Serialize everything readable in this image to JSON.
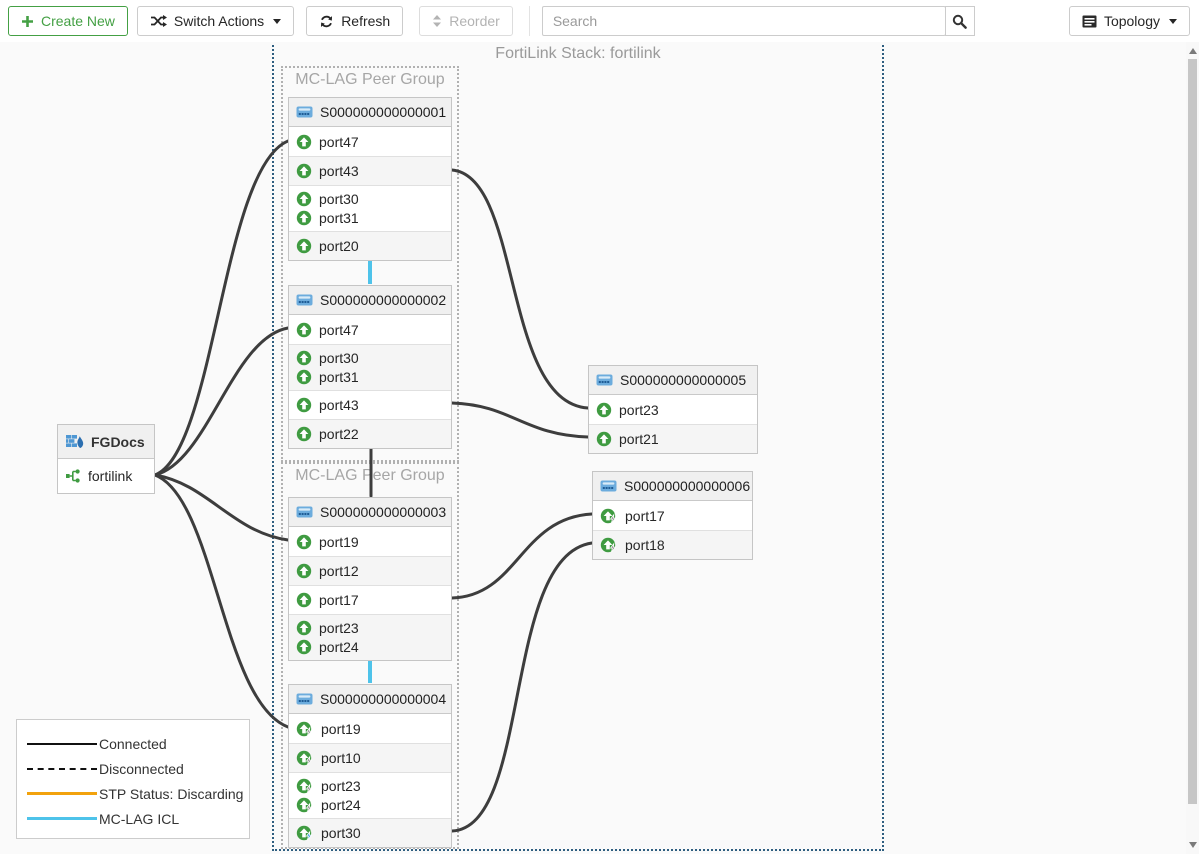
{
  "toolbar": {
    "create_new_label": "Create New",
    "switch_actions_label": "Switch Actions",
    "refresh_label": "Refresh",
    "reorder_label": "Reorder",
    "search_placeholder": "Search",
    "view_label": "Topology",
    "icons": {
      "create_new": "plus-icon",
      "switch_actions": "shuffle-icon",
      "refresh": "refresh-icon",
      "reorder": "sort-icon",
      "search": "magnifier-icon",
      "view": "list-box-icon",
      "dropdown": "caret-down-icon"
    }
  },
  "stack": {
    "title": "FortiLink Stack: fortilink",
    "groups": [
      {
        "label": "MC-LAG Peer Group"
      },
      {
        "label": "MC-LAG Peer Group"
      }
    ]
  },
  "fortigate": {
    "name": "FGDocs",
    "fortilink_label": "fortilink",
    "icons": {
      "device": "firewall-icon",
      "link": "fortilink-icon"
    }
  },
  "switches": [
    {
      "serial": "S000000000000001",
      "rows": [
        {
          "ports": [
            {
              "label": "port47",
              "icon": "up-arrow"
            }
          ]
        },
        {
          "ports": [
            {
              "label": "port43",
              "icon": "up-arrow"
            }
          ]
        },
        {
          "ports": [
            {
              "label": "port30",
              "icon": "up-arrow"
            },
            {
              "label": "port31",
              "icon": "up-arrow"
            }
          ]
        },
        {
          "ports": [
            {
              "label": "port20",
              "icon": "up-arrow"
            }
          ]
        }
      ]
    },
    {
      "serial": "S000000000000002",
      "rows": [
        {
          "ports": [
            {
              "label": "port47",
              "icon": "up-arrow"
            }
          ]
        },
        {
          "ports": [
            {
              "label": "port30",
              "icon": "up-arrow"
            },
            {
              "label": "port31",
              "icon": "up-arrow"
            }
          ]
        },
        {
          "ports": [
            {
              "label": "port43",
              "icon": "up-arrow"
            }
          ]
        },
        {
          "ports": [
            {
              "label": "port22",
              "icon": "up-arrow"
            }
          ]
        }
      ]
    },
    {
      "serial": "S000000000000003",
      "rows": [
        {
          "ports": [
            {
              "label": "port19",
              "icon": "up-arrow"
            }
          ]
        },
        {
          "ports": [
            {
              "label": "port12",
              "icon": "up-arrow"
            }
          ]
        },
        {
          "ports": [
            {
              "label": "port17",
              "icon": "up-arrow"
            }
          ]
        },
        {
          "ports": [
            {
              "label": "port23",
              "icon": "up-arrow"
            },
            {
              "label": "port24",
              "icon": "up-arrow"
            }
          ]
        }
      ]
    },
    {
      "serial": "S000000000000004",
      "rows": [
        {
          "ports": [
            {
              "label": "port19",
              "icon": "poe"
            }
          ]
        },
        {
          "ports": [
            {
              "label": "port10",
              "icon": "poe"
            }
          ]
        },
        {
          "ports": [
            {
              "label": "port23",
              "icon": "poe"
            },
            {
              "label": "port24",
              "icon": "poe"
            }
          ]
        },
        {
          "ports": [
            {
              "label": "port30",
              "icon": "poe-active"
            }
          ]
        }
      ]
    },
    {
      "serial": "S000000000000005",
      "rows": [
        {
          "ports": [
            {
              "label": "port23",
              "icon": "up-arrow"
            }
          ]
        },
        {
          "ports": [
            {
              "label": "port21",
              "icon": "up-arrow"
            }
          ]
        }
      ]
    },
    {
      "serial": "S000000000000006",
      "rows": [
        {
          "ports": [
            {
              "label": "port17",
              "icon": "poe"
            }
          ]
        },
        {
          "ports": [
            {
              "label": "port18",
              "icon": "poe"
            }
          ]
        }
      ]
    }
  ],
  "legend": {
    "items": [
      {
        "label": "Connected",
        "line": "solid",
        "weight": 2,
        "color": "#111111"
      },
      {
        "label": "Disconnected",
        "line": "dashed",
        "weight": 2,
        "color": "#111111"
      },
      {
        "label": "STP Status: Discarding",
        "line": "solid",
        "weight": 3,
        "color": "#f2a20d"
      },
      {
        "label": "MC-LAG ICL",
        "line": "solid",
        "weight": 3,
        "color": "#4ec3ea"
      }
    ]
  },
  "colors": {
    "accent_green": "#44a044",
    "port_green": "#3f9b41",
    "connection": "#3d3d3d",
    "mclag_icl": "#4ec3ea",
    "stp_discarding": "#f2a20d",
    "stack_border": "#2e5e80",
    "switch_icon_blue": "#6cacdd"
  }
}
